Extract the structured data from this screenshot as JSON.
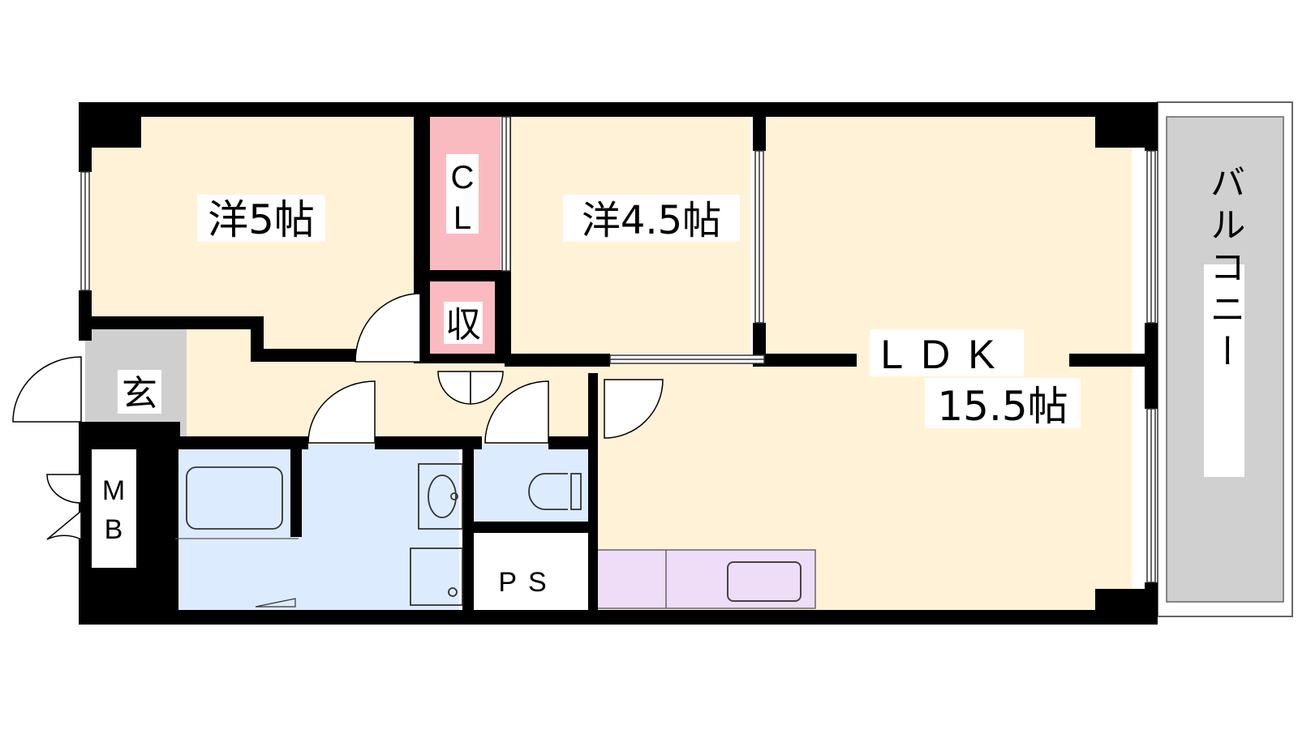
{
  "colors": {
    "room_bedroom": "#FFF2D6",
    "room_ldk": "#FFF2D6",
    "entrance": "#CFCFCF",
    "storage": "#F9BBC0",
    "wet_area": "#DDEBFF",
    "kitchen_counter": "#EFDDF7",
    "balcony": "#D0D0D0",
    "wall": "#000000"
  },
  "rooms": {
    "bedroom_5": "洋5帖",
    "bedroom_45": "洋4.5帖",
    "closet_line1": "C",
    "closet_line2": "L",
    "storage": "収",
    "entrance": "玄",
    "meter_box_line1": "M",
    "meter_box_line2": "B",
    "pipe_space": "PS",
    "ldk_line1": "LDK",
    "ldk_line2": "15.5帖",
    "balcony": "バルコニー"
  }
}
